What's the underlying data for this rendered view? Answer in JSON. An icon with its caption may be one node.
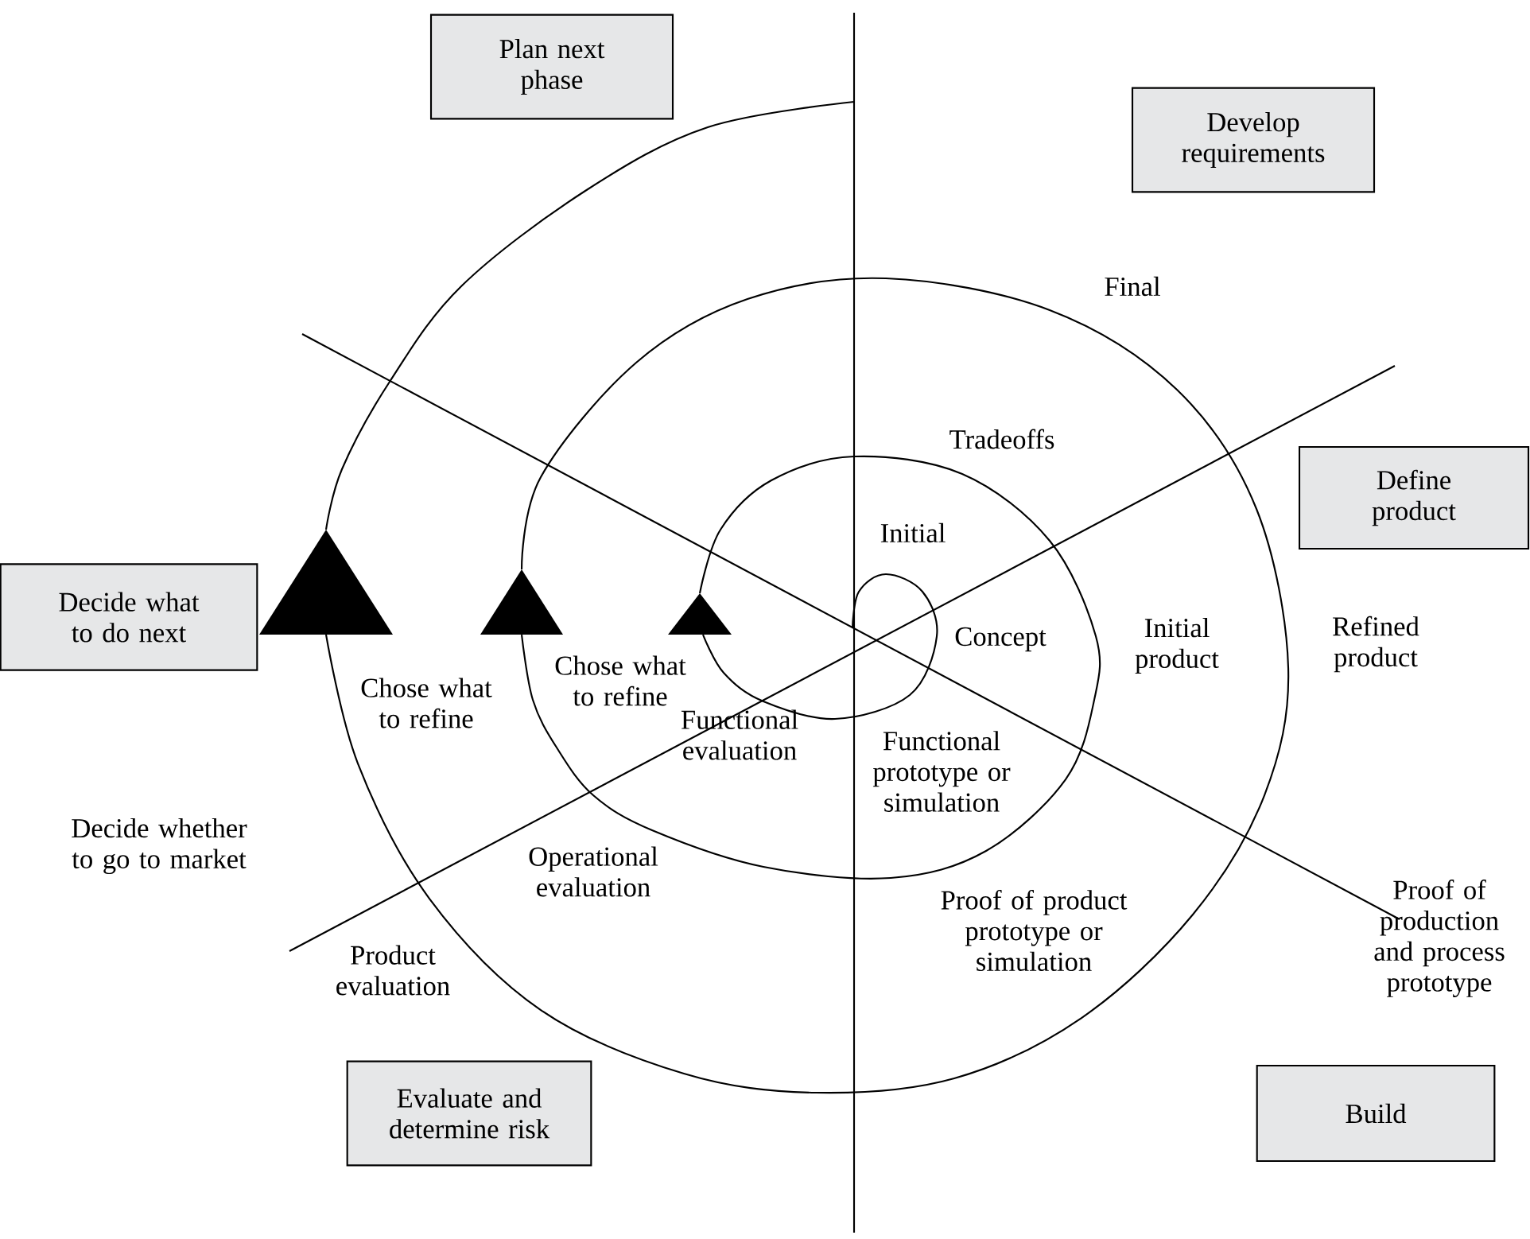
{
  "diagram": {
    "nodes": [
      {
        "text": [
          "Plan next phase"
        ]
      },
      {
        "text": [
          "Develop requirements"
        ]
      },
      {
        "text": [
          "Define product"
        ]
      },
      {
        "text": [
          "Decide what to do next"
        ]
      },
      {
        "text": [
          "Evaluate and determine risk"
        ]
      },
      {
        "text": [
          "Build"
        ]
      }
    ],
    "labels": [
      "Final",
      "Tradeoffs",
      "Initial",
      "Concept",
      "Initial product",
      "Refined product",
      "Chose what to refine",
      "Chose what to refine",
      "Decide whether to go to market",
      "Functional evaluation",
      "Functional prototype or simulation",
      "Operational evaluation",
      "Proof of product prototype or simulation",
      "Proof of production and process prototype",
      "Product evaluation"
    ]
  }
}
